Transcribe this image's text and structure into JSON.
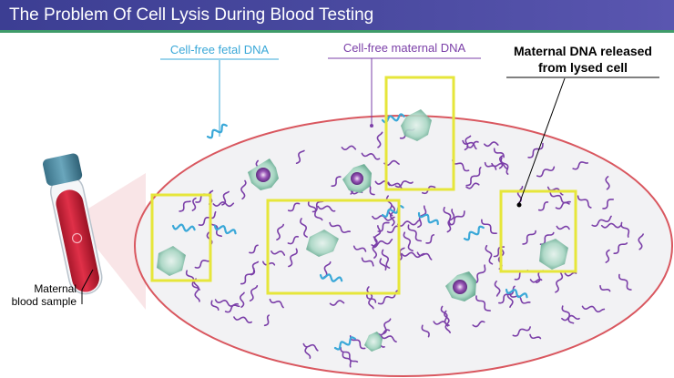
{
  "header": {
    "title": "The Problem Of Cell Lysis During Blood Testing",
    "background_color": "#4446a0",
    "underline_color": "#3f9b6a"
  },
  "labels": {
    "fetal_dna": "Cell-free fetal DNA",
    "maternal_dna": "Cell-free maternal DNA",
    "lysed_line1": "Maternal DNA released",
    "lysed_line2": "from lysed cell",
    "sample_line1": "Maternal",
    "sample_line2": "blood sample"
  },
  "colors": {
    "fetal_dna": "#3aa8d8",
    "maternal_dna": "#7b3fa8",
    "highlight_box": "#e6e63a",
    "tube_blood": "#d4203a",
    "tube_cap": "#4f8aa0",
    "ellipse_border": "#d9575f",
    "ellipse_fill": "#f3f3f5",
    "cell": "#7fbfa8"
  },
  "icons": [
    "blood-tube-icon",
    "white-blood-cell-icon",
    "lysed-cell-icon",
    "dna-strand-icon"
  ]
}
